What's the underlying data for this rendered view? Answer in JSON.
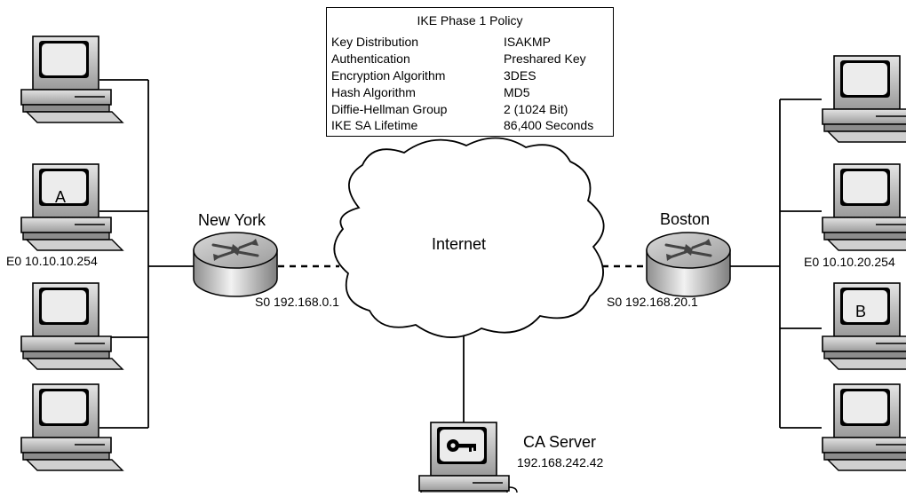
{
  "policy": {
    "title": "IKE Phase 1 Policy",
    "rows": [
      {
        "key": "Key Distribution",
        "value": "ISAKMP"
      },
      {
        "key": "Authentication",
        "value": "Preshared Key"
      },
      {
        "key": "Encryption Algorithm",
        "value": "3DES"
      },
      {
        "key": "Hash Algorithm",
        "value": "MD5"
      },
      {
        "key": "Diffie-Hellman Group",
        "value": "2 (1024 Bit)"
      },
      {
        "key": "IKE SA Lifetime",
        "value": "86,400 Seconds"
      }
    ]
  },
  "sites": {
    "left": {
      "router": "New York",
      "e0": "E0 10.10.10.254",
      "s0": "S0 192.168.0.1",
      "host_label": "A"
    },
    "right": {
      "router": "Boston",
      "e0": "E0 10.10.20.254",
      "s0": "S0 192.168.20.1",
      "host_label": "B"
    }
  },
  "cloud": {
    "label": "Internet"
  },
  "ca_server": {
    "name": "CA Server",
    "ip": "192.168.242.42"
  }
}
